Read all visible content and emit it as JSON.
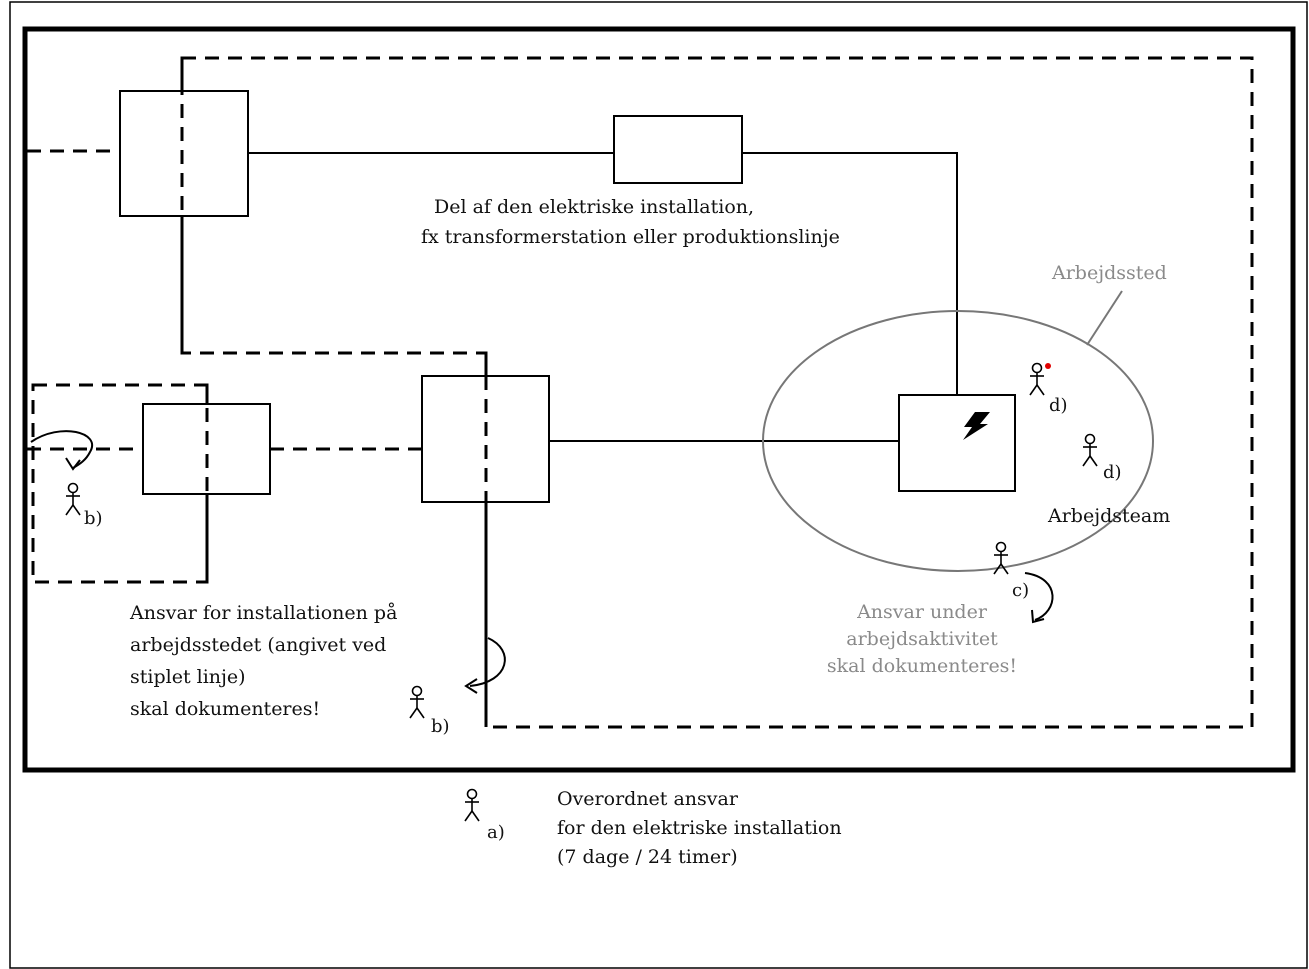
{
  "labels": {
    "installation_part": [
      "Del af den elektriske installation,",
      "fx transformerstation eller produktionslinje"
    ],
    "workplace": "Arbejdssted",
    "work_team": "Arbejdsteam",
    "work_activity_responsibility": [
      "Ansvar under",
      "arbejdsaktivitet",
      "skal dokumenteres!"
    ],
    "installation_responsibility": [
      "Ansvar for installationen på",
      "arbejdsstedet (angivet ved",
      "stiplet linje)",
      "skal dokumenteres!"
    ],
    "overall_responsibility": [
      "Overordnet ansvar",
      "for den elektriske installation",
      "(7 dage / 24 timer)"
    ]
  },
  "person_tags": {
    "a": "a)",
    "b_left": "b)",
    "b_bottom": "b)",
    "c": "c)",
    "d_top": "d)",
    "d_bottom": "d)"
  },
  "icons": {
    "person": "stick-figure-icon",
    "lightning": "lightning-bolt-icon",
    "curved_arrow": "curved-arrow-icon"
  },
  "colors": {
    "line": "#000000",
    "grey_text": "#8a8a8a",
    "workplace_ellipse": "#777777",
    "helmet_marker": "#e00000"
  }
}
